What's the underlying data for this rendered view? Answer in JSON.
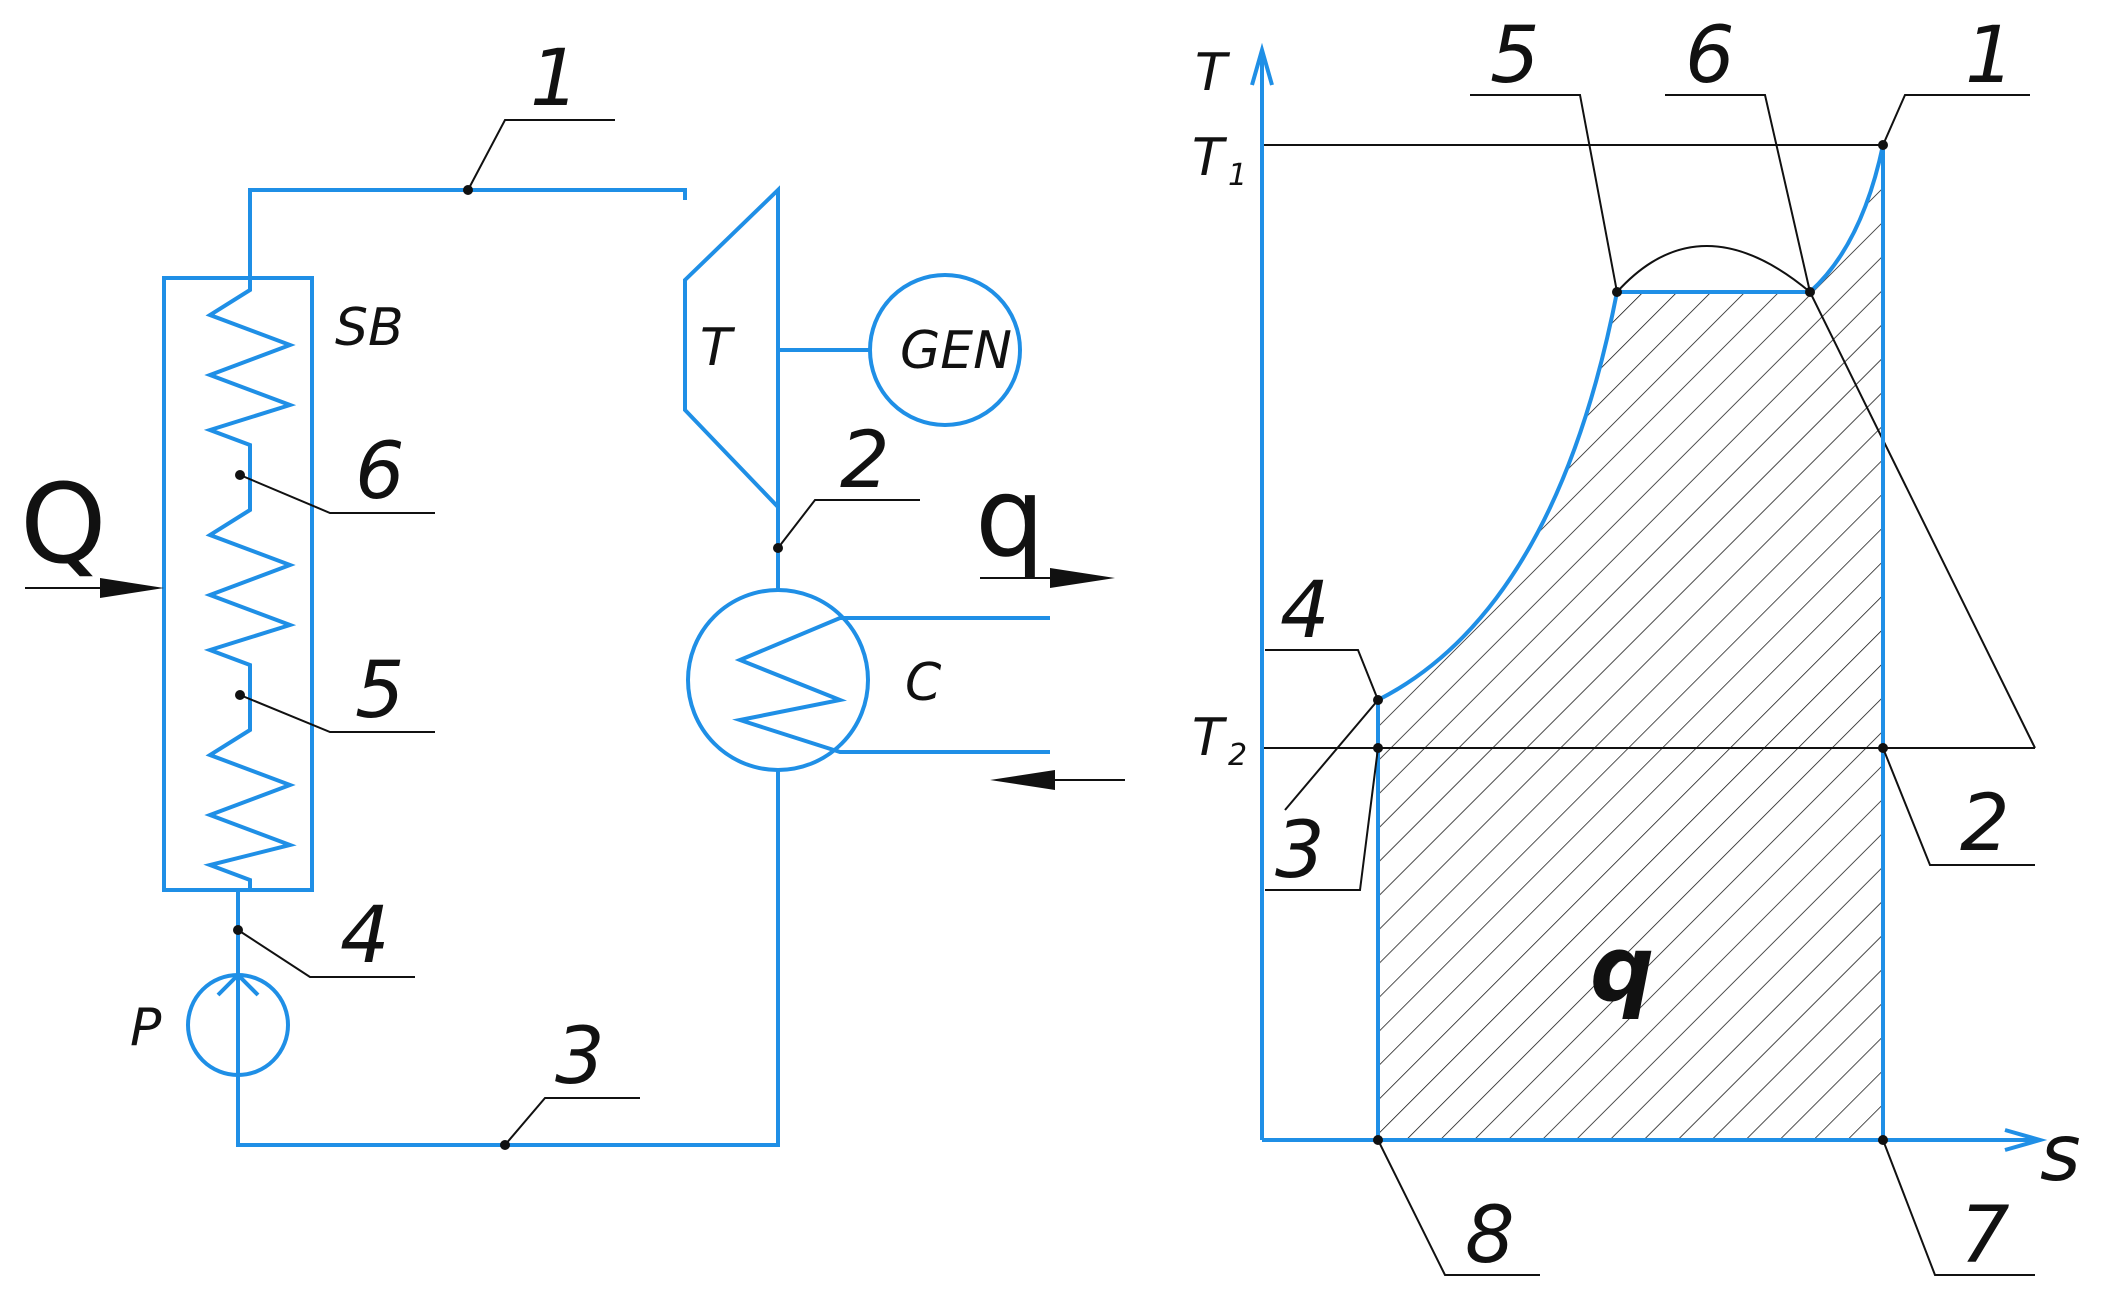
{
  "scheme": {
    "heat_in": "Q",
    "heat_out": "q",
    "steam_boiler": "SB",
    "turbine": "T",
    "generator": "GEN",
    "condenser": "C",
    "pump": "P",
    "points": [
      "1",
      "2",
      "3",
      "4",
      "5",
      "6"
    ]
  },
  "ts_diagram": {
    "y_axis": "T",
    "x_axis": "s",
    "t1": "T",
    "t1_sub": "1",
    "t2": "T",
    "t2_sub": "2",
    "area_label": "q",
    "points": [
      "1",
      "2",
      "3",
      "4",
      "5",
      "6",
      "7",
      "8"
    ]
  },
  "colors": {
    "line": "#1f8fe6",
    "ink": "#111111"
  }
}
